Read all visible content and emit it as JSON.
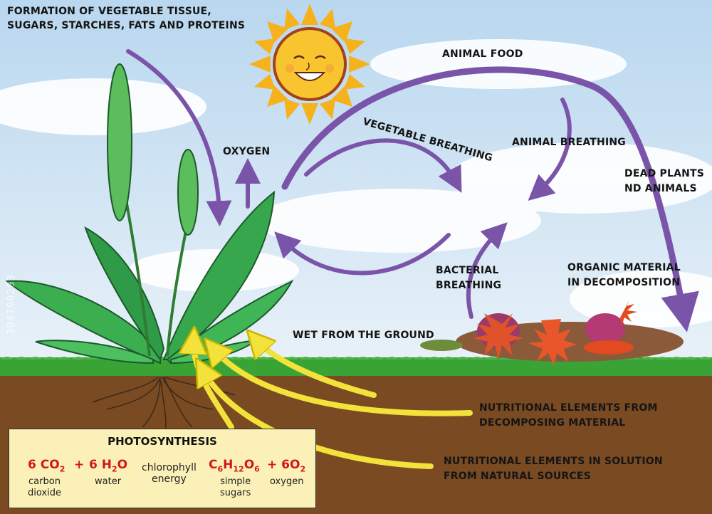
{
  "labels": {
    "formation_line1": "FORMATION OF VEGETABLE TISSUE,",
    "formation_line2": "SUGARS, STARCHES, FATS AND PROTEINS",
    "oxygen": "OXYGEN",
    "animal_food": "ANIMAL FOOD",
    "vegetable_breathing": "VEGETABLE BREATHING",
    "animal_breathing": "ANIMAL BREATHING",
    "dead_line1": "DEAD PLANTS",
    "dead_line2": "ND ANIMALS",
    "bacterial_line1": "BACTERIAL",
    "bacterial_line2": "BREATHING",
    "organic_line1": "ORGANIC MATERIAL",
    "organic_line2": "IN DECOMPOSITION",
    "wet": "WET FROM THE GROUND",
    "nutri_decomp_line1": "NUTRITIONAL ELEMENTS FROM",
    "nutri_decomp_line2": "DECOMPOSING MATERIAL",
    "nutri_sol_line1": "NUTRITIONAL ELEMENTS IN SOLUTION",
    "nutri_sol_line2": "FROM NATURAL SOURCES"
  },
  "photosynthesis": {
    "title": "PHOTOSYNTHESIS",
    "co2_coef": "6 CO",
    "co2_sub": "2",
    "plus1": "+",
    "h2o_coef": "6 H",
    "h2o_sub": "2",
    "h2o_end": "O",
    "chlorophyll_line1": "chlorophyll",
    "chlorophyll_line2": "energy",
    "sugar_c": "C",
    "sugar_c_sub": "6",
    "sugar_h": "H",
    "sugar_h_sub": "12",
    "sugar_o": "O",
    "sugar_o_sub": "6",
    "plus2": "+ 6O",
    "o2_sub": "2",
    "carbon_line1": "carbon",
    "carbon_line2": "dioxide",
    "water": "water",
    "simple_line1": "simple",
    "simple_line2": "sugars",
    "oxygen": "oxygen"
  },
  "watermark": "394790293",
  "colors": {
    "sky": "#cfe3f3",
    "ground": "#7a4a22",
    "grass": "#3aa335",
    "cycle_arrow": "#7a54a8",
    "nutrient_arrow": "#f2e23a",
    "leaf": "#2f9a48",
    "sun": "#f6b21c"
  }
}
